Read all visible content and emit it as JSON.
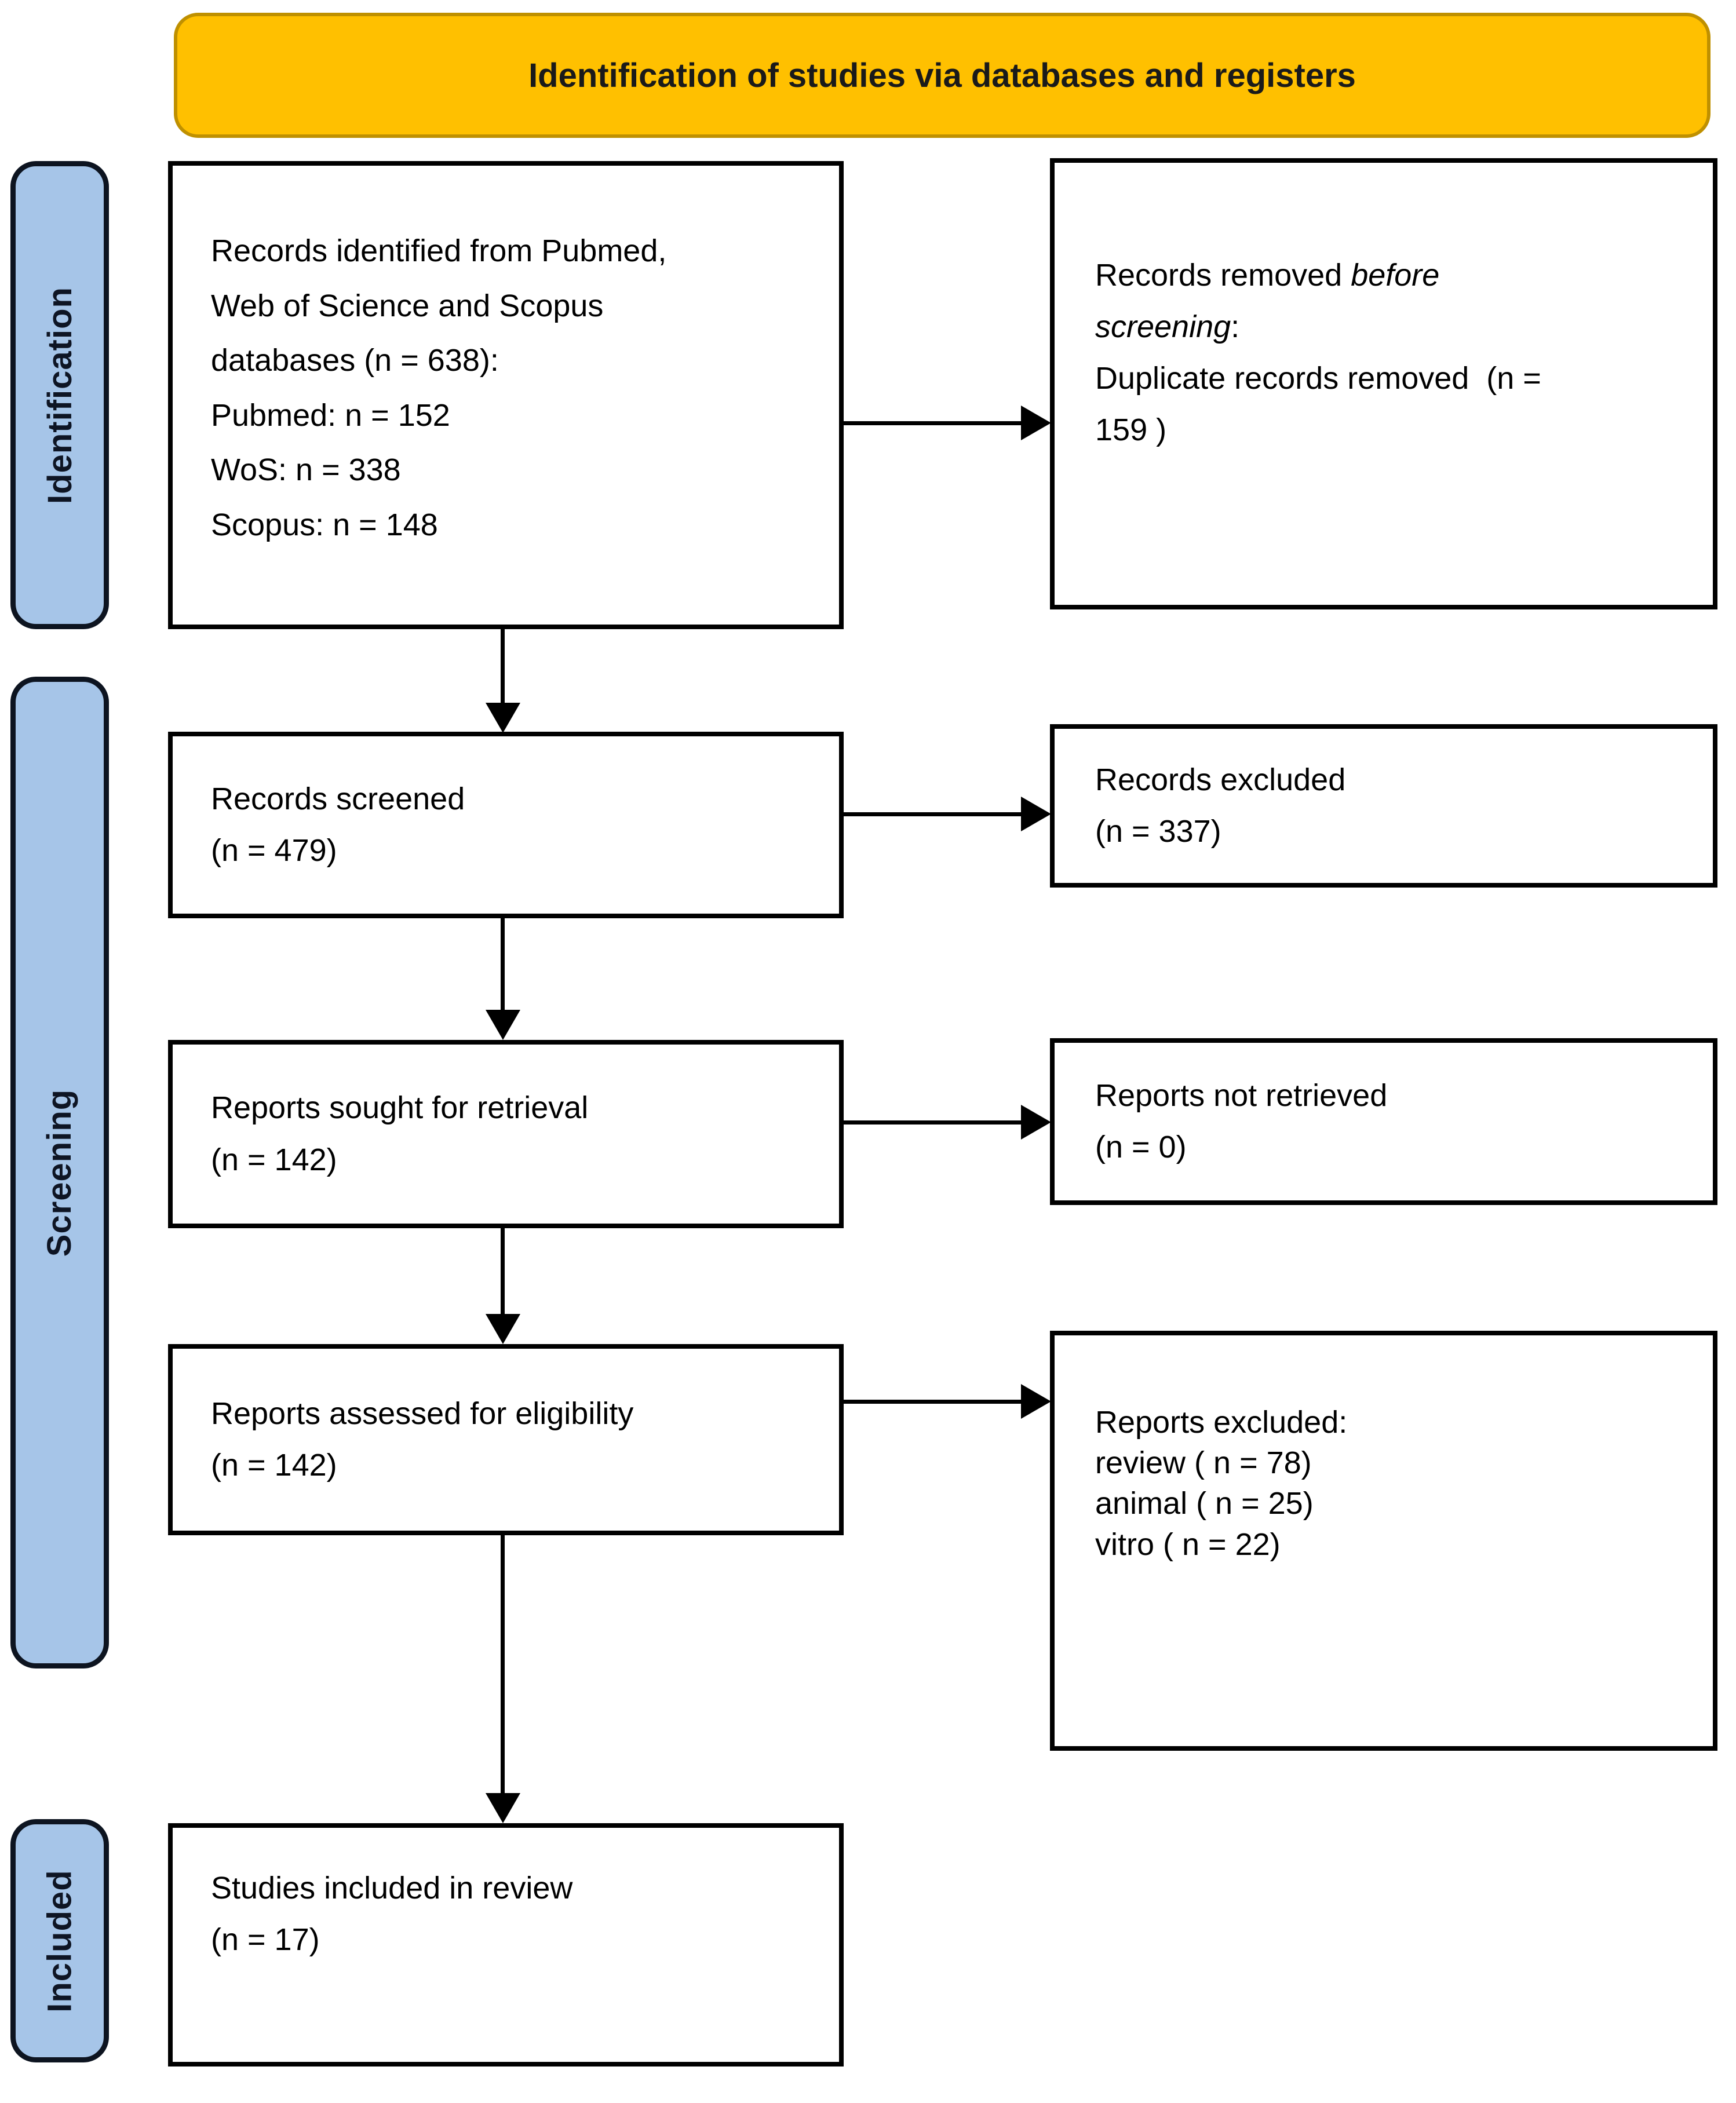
{
  "header": {
    "title": "Identification of studies via databases and registers"
  },
  "sidebar": {
    "identification": "Identification",
    "screening": "Screening",
    "included": "Included"
  },
  "colors": {
    "banner_fill": "#FFC000",
    "banner_border": "#BF9000",
    "rail_fill": "#A6C5E8",
    "rail_border": "#0D1420",
    "box_border": "#000000"
  },
  "boxes": {
    "records_identified": {
      "lines": [
        "Records identified from Pubmed,",
        "Web of Science and Scopus",
        "databases (n = 638):",
        "Pubmed: n = 152",
        "WoS: n = 338",
        "Scopus: n = 148"
      ]
    },
    "records_removed": {
      "line1_normal": "Records removed ",
      "line1_italic": "before",
      "line2_italic": "screening",
      "line2_normal": ":",
      "line3": "Duplicate records removed  (n =",
      "line4": "159 )"
    },
    "records_screened": {
      "lines": [
        "Records screened",
        "(n = 479)"
      ]
    },
    "records_excluded": {
      "lines": [
        "Records excluded",
        "(n = 337)"
      ]
    },
    "reports_sought": {
      "lines": [
        "Reports sought for retrieval",
        "(n = 142)"
      ]
    },
    "reports_not_retrieved": {
      "lines": [
        "Reports not retrieved",
        "(n = 0)"
      ]
    },
    "reports_assessed": {
      "lines": [
        "Reports assessed for eligibility",
        "(n = 142)"
      ]
    },
    "reports_excluded": {
      "lines": [
        "Reports excluded:",
        "review ( n = 78)",
        "animal ( n = 25)",
        "vitro ( n = 22)"
      ]
    },
    "studies_included": {
      "lines": [
        "Studies included in review",
        "(n = 17)"
      ]
    }
  }
}
